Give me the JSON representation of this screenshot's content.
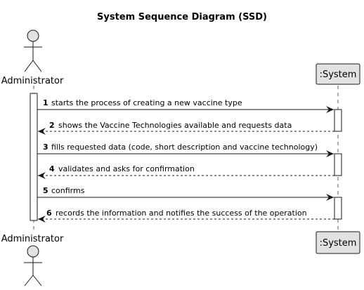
{
  "diagram": {
    "title": "System Sequence Diagram (SSD)",
    "actor": {
      "name": "Administrator"
    },
    "participant": {
      "name": ":System"
    },
    "messages": [
      {
        "number": "1",
        "text": "starts the process of creating a new vaccine type",
        "direction": "to-system",
        "style": "solid"
      },
      {
        "number": "2",
        "text": "shows the Vaccine Technologies available and requests data",
        "direction": "to-actor",
        "style": "dashed"
      },
      {
        "number": "3",
        "text": "fills requested data (code, short description and vaccine technology)",
        "direction": "to-system",
        "style": "solid"
      },
      {
        "number": "4",
        "text": "validates and asks for confirmation",
        "direction": "to-actor",
        "style": "dashed"
      },
      {
        "number": "5",
        "text": "confirms",
        "direction": "to-system",
        "style": "solid"
      },
      {
        "number": "6",
        "text": "records the information and notifies the success of the operation",
        "direction": "to-actor",
        "style": "dashed"
      }
    ]
  }
}
